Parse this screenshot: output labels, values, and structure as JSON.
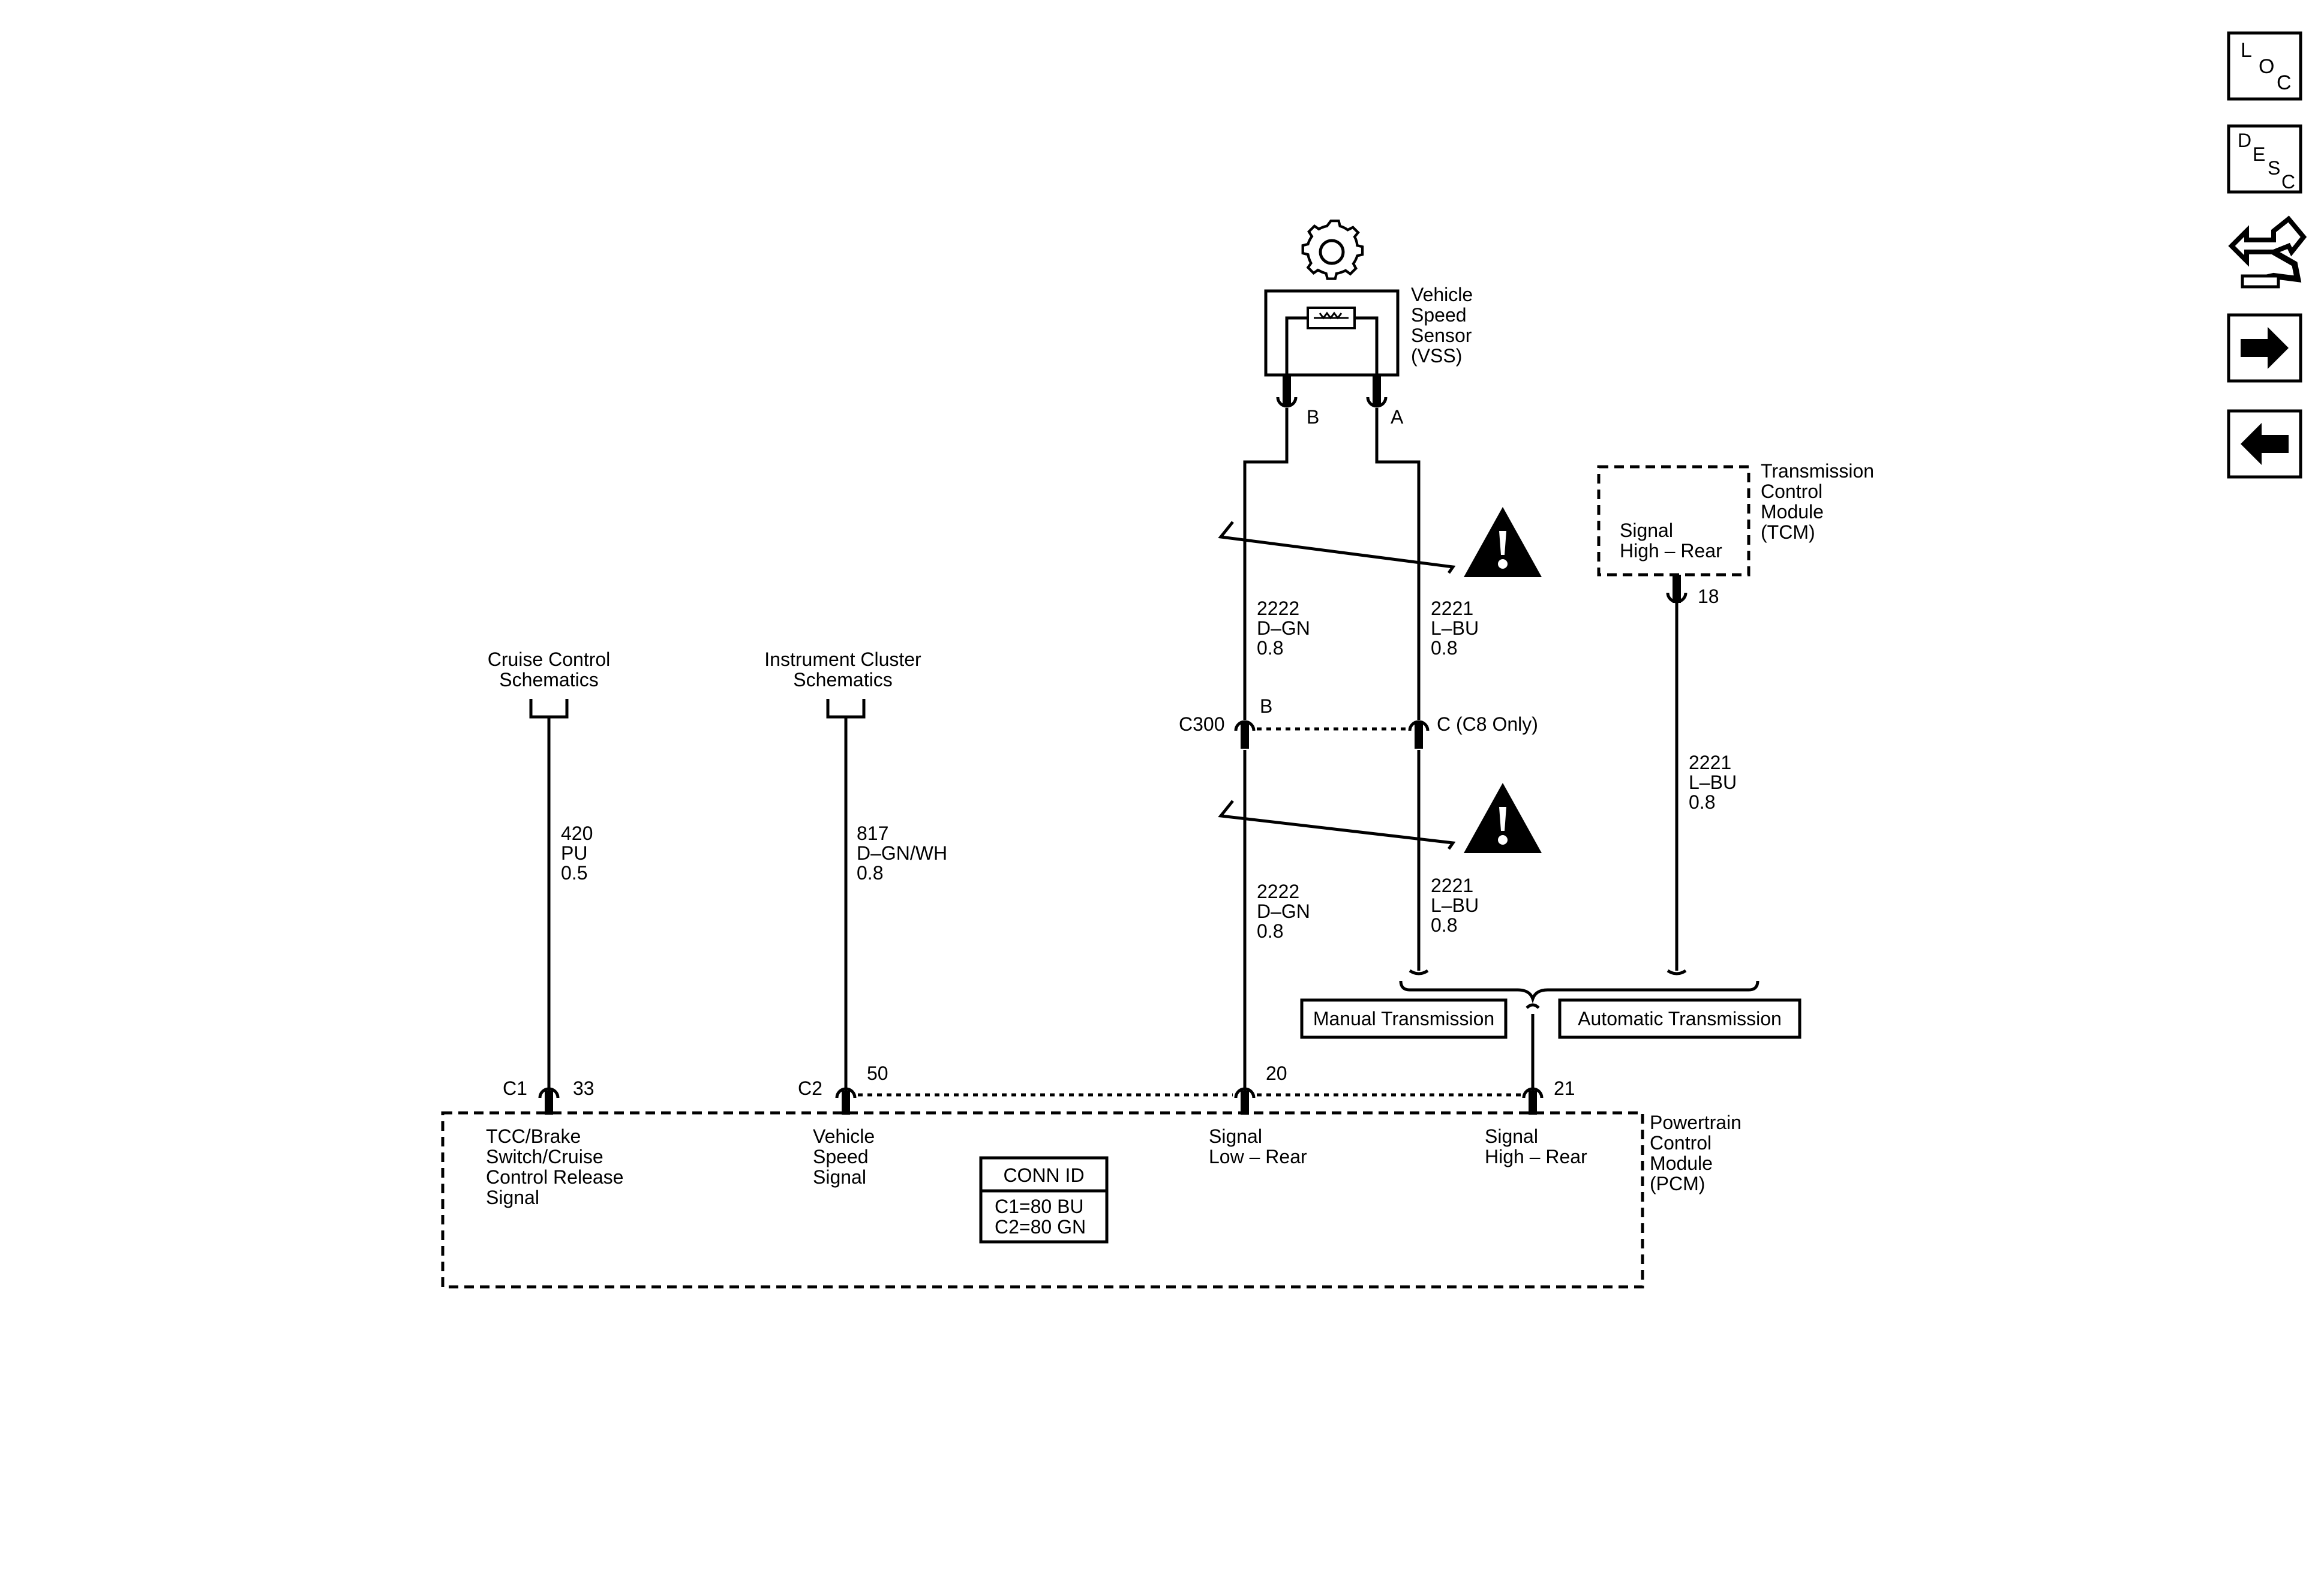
{
  "vss": {
    "name_lines": [
      "Vehicle",
      "Speed",
      "Sensor",
      "(VSS)"
    ],
    "pin_b": "B",
    "pin_a": "A"
  },
  "tcm": {
    "name_lines": [
      "Transmission",
      "Control",
      "Module",
      "(TCM)"
    ],
    "signal_lines": [
      "Signal",
      "High – Rear"
    ],
    "pin": "18"
  },
  "cruise": {
    "lines": [
      "Cruise Control",
      "Schematics"
    ]
  },
  "cluster": {
    "lines": [
      "Instrument Cluster",
      "Schematics"
    ]
  },
  "wires": {
    "w420": [
      "420",
      "PU",
      "0.5"
    ],
    "w817": [
      "817",
      "D–GN/WH",
      "0.8"
    ],
    "w2222_upper": [
      "2222",
      "D–GN",
      "0.8"
    ],
    "w2221_upper": [
      "2221",
      "L–BU",
      "0.8"
    ],
    "w2222_lower": [
      "2222",
      "D–GN",
      "0.8"
    ],
    "w2221_lower": [
      "2221",
      "L–BU",
      "0.8"
    ],
    "w2221_tcm": [
      "2221",
      "L–BU",
      "0.8"
    ]
  },
  "c300": {
    "label": "C300",
    "pin_b": "B",
    "pin_c": "C (C8 Only)"
  },
  "options": {
    "manual": "Manual Transmission",
    "automatic": "Automatic Transmission"
  },
  "pcm": {
    "name_lines": [
      "Powertrain",
      "Control",
      "Module",
      "(PCM)"
    ],
    "c1": "C1",
    "c1_pin": "33",
    "c2": "C2",
    "c2_pin": "50",
    "pin_20": "20",
    "pin_21": "21",
    "sig_tcc": [
      "TCC/Brake",
      "Switch/Cruise",
      "Control Release",
      "Signal"
    ],
    "sig_vss": [
      "Vehicle",
      "Speed",
      "Signal"
    ],
    "sig_low": [
      "Signal",
      "Low – Rear"
    ],
    "sig_high": [
      "Signal",
      "High – Rear"
    ],
    "conn_id_title": "CONN ID",
    "conn_id_lines": [
      "C1=80 BU",
      "C2=80 GN"
    ]
  },
  "nav": {
    "loc": [
      "L",
      "O",
      "C"
    ],
    "desc": [
      "D",
      "E",
      "S",
      "C"
    ],
    "icons": [
      "connector-view-icon",
      "forward-arrow-icon",
      "back-arrow-icon"
    ]
  }
}
